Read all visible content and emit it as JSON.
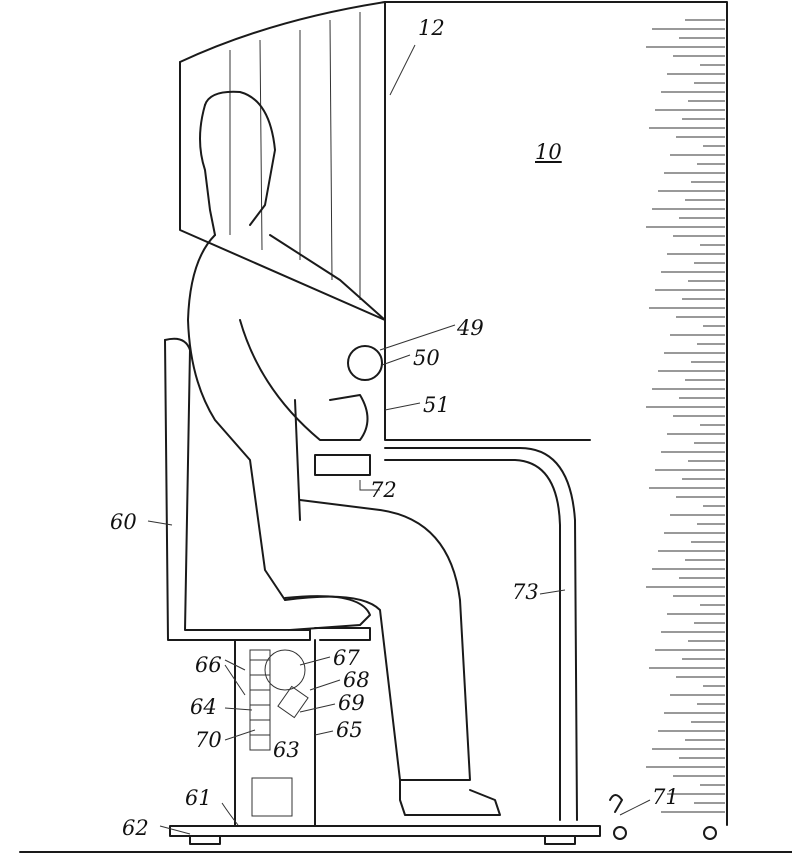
{
  "labels": {
    "cabinet": "10",
    "hood": "12",
    "ref_49": "49",
    "ball": "50",
    "ref_51": "51",
    "ref_72": "72",
    "chair_back": "60",
    "arm": "73",
    "ref_66": "66",
    "ref_67": "67",
    "ref_68": "68",
    "ref_64": "64",
    "ref_69": "69",
    "ref_70": "70",
    "ref_65": "65",
    "ref_63": "63",
    "ref_61": "61",
    "ref_62": "62",
    "ref_71": "71"
  }
}
